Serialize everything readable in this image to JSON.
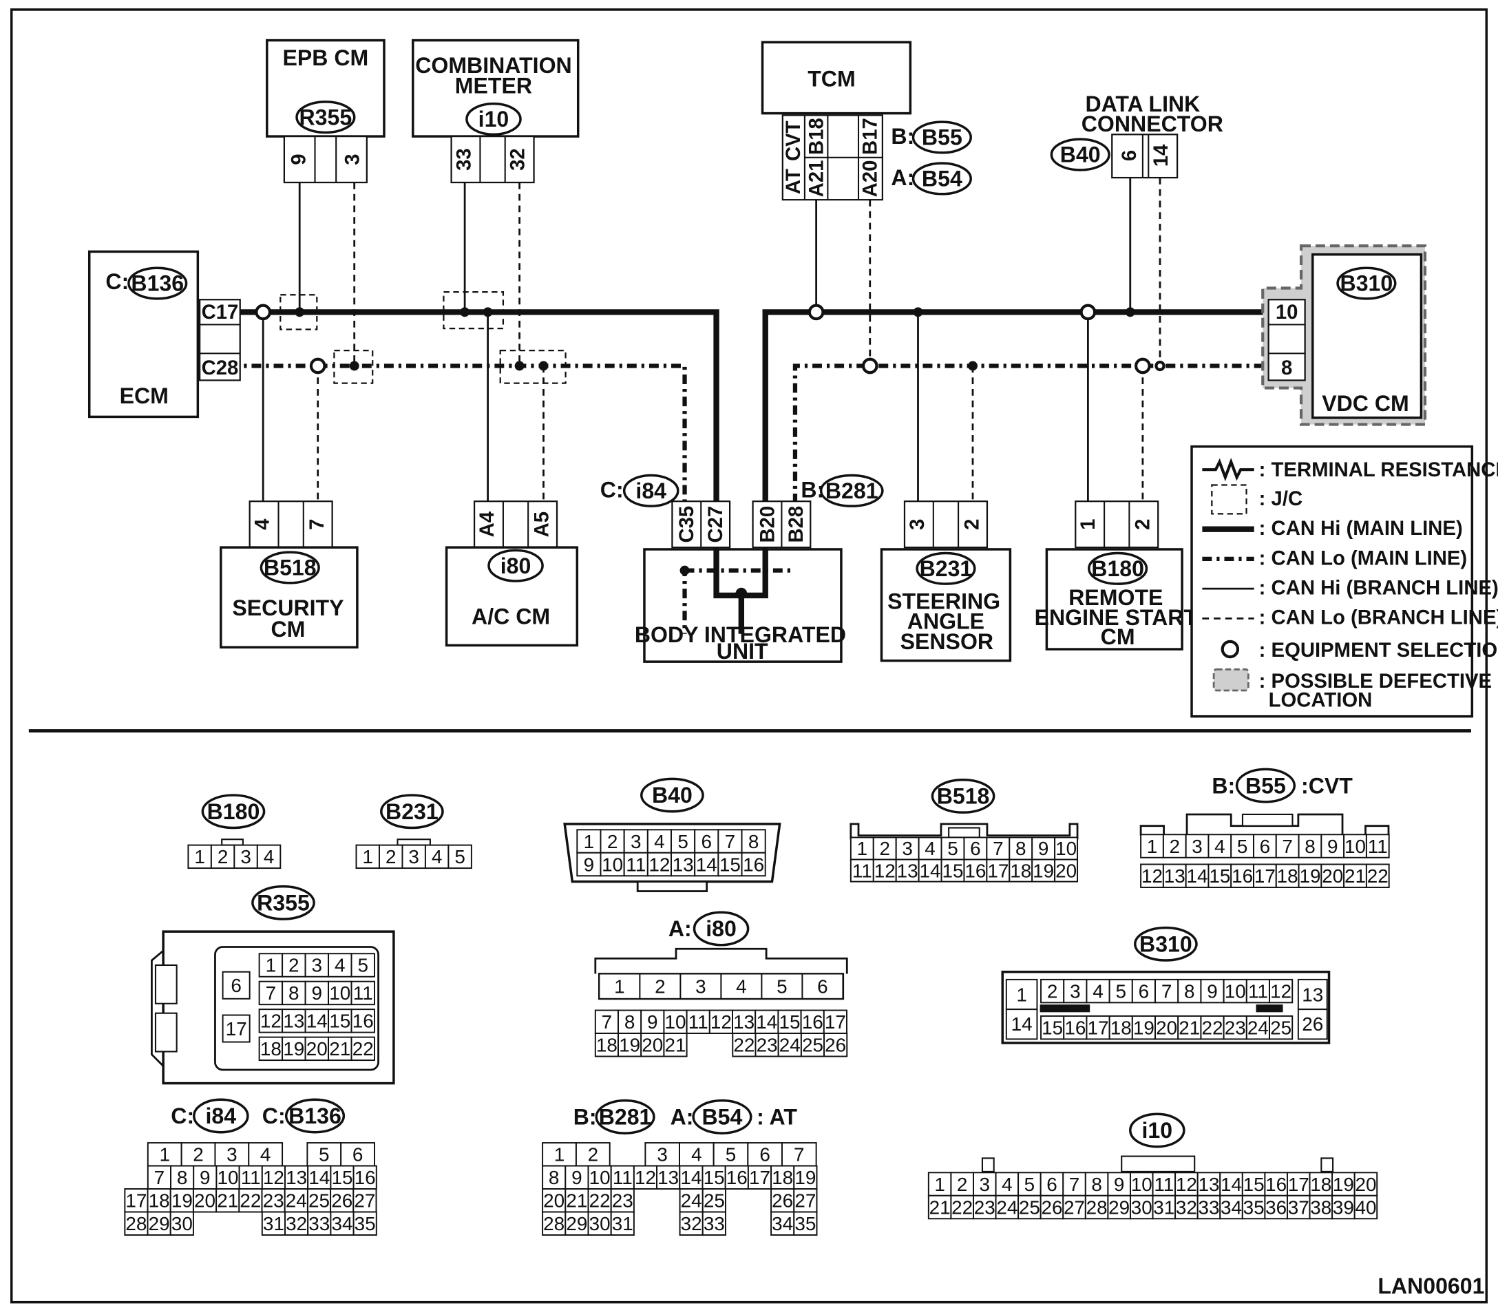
{
  "components": {
    "epb_cm": {
      "title": "EPB CM",
      "code": "R355",
      "pins": [
        "9",
        "3"
      ]
    },
    "combination_meter": {
      "title_line1": "COMBINATION",
      "title_line2": "METER",
      "code": "i10",
      "pins": [
        "33",
        "32"
      ]
    },
    "tcm": {
      "title": "TCM",
      "header_at": "AT",
      "header_cvt": "CVT",
      "pin_a21": "A21",
      "pin_b18": "B18",
      "pin_a20": "A20",
      "pin_b17": "B17",
      "prefix_b": "B:",
      "code_b": "B55",
      "prefix_a": "A:",
      "code_a": "B54"
    },
    "data_link": {
      "title_line1": "DATA LINK",
      "title_line2": "CONNECTOR",
      "code": "B40",
      "pins": [
        "6",
        "14"
      ]
    },
    "ecm": {
      "title": "ECM",
      "prefix": "C:",
      "code": "B136",
      "pins": [
        "C17",
        "C28"
      ]
    },
    "vdc_cm": {
      "title": "VDC CM",
      "code": "B310",
      "pins": [
        "10",
        "8"
      ]
    },
    "security_cm": {
      "title_line1": "SECURITY",
      "title_line2": "CM",
      "code": "B518",
      "pins": [
        "4",
        "7"
      ]
    },
    "ac_cm": {
      "title": "A/C CM",
      "code": "i80",
      "pins": [
        "A4",
        "A5"
      ]
    },
    "body_integrated_unit": {
      "title_line1": "BODY INTEGRATED",
      "title_line2": "UNIT",
      "prefix_c": "C:",
      "code_c": "i84",
      "prefix_b": "B:",
      "code_b": "B281",
      "pins": [
        "C35",
        "C27",
        "B20",
        "B28"
      ]
    },
    "steering_angle_sensor": {
      "title_line1": "STEERING",
      "title_line2": "ANGLE",
      "title_line3": "SENSOR",
      "code": "B231",
      "pins": [
        "3",
        "2"
      ]
    },
    "remote_engine_start_cm": {
      "title_line1": "REMOTE",
      "title_line2": "ENGINE START",
      "title_line3": "CM",
      "code": "B180",
      "pins": [
        "1",
        "2"
      ]
    }
  },
  "legend": {
    "items": [
      ": TERMINAL RESISTANCE",
      ": J/C",
      ": CAN Hi (MAIN LINE)",
      ": CAN Lo (MAIN LINE)",
      ": CAN Hi (BRANCH LINE)",
      ": CAN Lo (BRANCH LINE)",
      ": EQUIPMENT SELECTION",
      ": POSSIBLE DEFECTIVE",
      "LOCATION"
    ]
  },
  "connectors": {
    "b180": {
      "label": "B180",
      "cells": [
        "1",
        "2",
        "3",
        "4"
      ]
    },
    "b231": {
      "label": "B231",
      "cells": [
        "1",
        "2",
        "3",
        "4",
        "5"
      ]
    },
    "b40": {
      "label": "B40",
      "row1": [
        "1",
        "2",
        "3",
        "4",
        "5",
        "6",
        "7",
        "8"
      ],
      "row2": [
        "9",
        "10",
        "11",
        "12",
        "13",
        "14",
        "15",
        "16"
      ]
    },
    "b518": {
      "label": "B518",
      "row1": [
        "1",
        "2",
        "3",
        "4",
        "5",
        "6",
        "7",
        "8",
        "9",
        "10"
      ],
      "row2": [
        "11",
        "12",
        "13",
        "14",
        "15",
        "16",
        "17",
        "18",
        "19",
        "20"
      ]
    },
    "b55": {
      "prefix": "B:",
      "label": "B55",
      "suffix": ":CVT",
      "row1": [
        "1",
        "2",
        "3",
        "4",
        "5",
        "6",
        "7",
        "8",
        "9",
        "10",
        "11"
      ],
      "row2": [
        "12",
        "13",
        "14",
        "15",
        "16",
        "17",
        "18",
        "19",
        "20",
        "21",
        "22"
      ]
    },
    "r355": {
      "label": "R355",
      "side": [
        "6",
        "17"
      ],
      "row1": [
        "1",
        "2",
        "3",
        "4",
        "5"
      ],
      "row2": [
        "7",
        "8",
        "9",
        "10",
        "11"
      ],
      "row3": [
        "12",
        "13",
        "14",
        "15",
        "16"
      ],
      "row4": [
        "18",
        "19",
        "20",
        "21",
        "22"
      ]
    },
    "i80": {
      "prefix": "A:",
      "label": "i80",
      "row1": [
        "1",
        "2",
        "3",
        "4",
        "5",
        "6"
      ],
      "row2": [
        "7",
        "8",
        "9",
        "10",
        "11",
        "12",
        "13",
        "14",
        "15",
        "16",
        "17"
      ],
      "row3a": [
        "18",
        "19",
        "20",
        "21"
      ],
      "row3b": [
        "22",
        "23",
        "24",
        "25",
        "26"
      ]
    },
    "b310": {
      "label": "B310",
      "row1": [
        "2",
        "3",
        "4",
        "5",
        "6",
        "7",
        "8",
        "9",
        "10",
        "11",
        "12"
      ],
      "row2": [
        "15",
        "16",
        "17",
        "18",
        "19",
        "20",
        "21",
        "22",
        "23",
        "24",
        "25"
      ],
      "left": [
        "1",
        "14"
      ],
      "right": [
        "13",
        "26"
      ]
    },
    "i84_b136": {
      "prefix1": "C:",
      "label1": "i84",
      "prefix2": "C:",
      "label2": "B136",
      "row1a": [
        "1",
        "2",
        "3",
        "4"
      ],
      "row1b": [
        "5",
        "6"
      ],
      "row2": [
        "7",
        "8",
        "9",
        "10",
        "11",
        "12",
        "13",
        "14",
        "15",
        "16"
      ],
      "row3": [
        "17",
        "18",
        "19",
        "20",
        "21",
        "22",
        "23",
        "24",
        "25",
        "26",
        "27"
      ],
      "row4a": [
        "28",
        "29",
        "30"
      ],
      "row4b": [
        "31",
        "32",
        "33",
        "34",
        "35"
      ]
    },
    "b281_b54": {
      "prefix1": "B:",
      "label1": "B281",
      "prefix2": "A:",
      "label2": "B54",
      "suffix": ": AT",
      "row1a": [
        "1",
        "2"
      ],
      "row1b": [
        "3",
        "4",
        "5",
        "6",
        "7"
      ],
      "row2": [
        "8",
        "9",
        "10",
        "11",
        "12",
        "13",
        "14",
        "15",
        "16",
        "17",
        "18",
        "19"
      ],
      "row3a": [
        "20",
        "21",
        "22",
        "23"
      ],
      "row3b": [
        "24",
        "25"
      ],
      "row3c": [
        "26",
        "27"
      ],
      "row4a": [
        "28",
        "29",
        "30",
        "31"
      ],
      "row4b": [
        "32",
        "33"
      ],
      "row4c": [
        "34",
        "35"
      ]
    },
    "i10": {
      "label": "i10",
      "row1": [
        "1",
        "2",
        "3",
        "4",
        "5",
        "6",
        "7",
        "8",
        "9",
        "10",
        "11",
        "12",
        "13",
        "14",
        "15",
        "16",
        "17",
        "18",
        "19",
        "20"
      ],
      "row2": [
        "21",
        "22",
        "23",
        "24",
        "25",
        "26",
        "27",
        "28",
        "29",
        "30",
        "31",
        "32",
        "33",
        "34",
        "35",
        "36",
        "37",
        "38",
        "39",
        "40"
      ]
    }
  },
  "figure_id": "LAN00601"
}
